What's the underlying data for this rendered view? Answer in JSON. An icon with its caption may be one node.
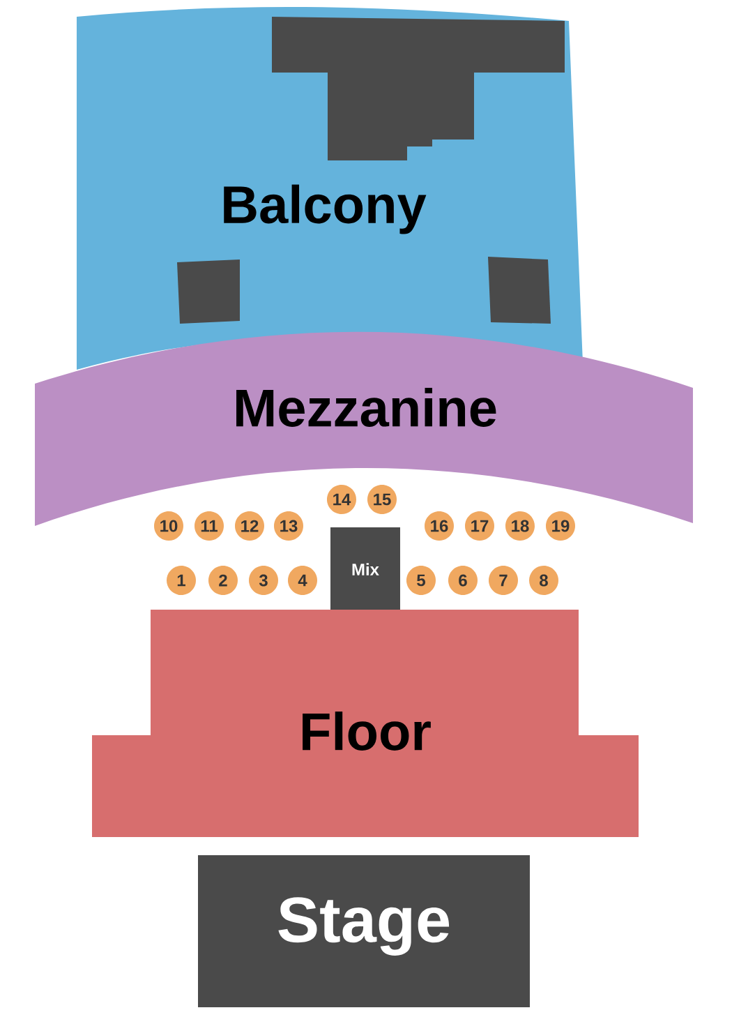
{
  "diagram": {
    "nodes": [
      {
        "text": [
          "Balcony"
        ]
      },
      {
        "text": [],
        "shape": "box",
        "in": 0
      },
      {
        "text": [],
        "shape": "box",
        "in": 0
      },
      {
        "text": [],
        "shape": "box",
        "in": 0
      },
      {
        "text": [
          "Mezzanine"
        ]
      },
      {
        "text": [
          "14"
        ]
      },
      {
        "text": [
          "15"
        ]
      },
      {
        "text": [
          "10"
        ]
      },
      {
        "text": [
          "11"
        ]
      },
      {
        "text": [
          "12"
        ]
      },
      {
        "text": [
          "13"
        ]
      },
      {
        "text": [
          "16"
        ]
      },
      {
        "text": [
          "17"
        ]
      },
      {
        "text": [
          "18"
        ]
      },
      {
        "text": [
          "19"
        ]
      },
      {
        "text": [
          "1"
        ]
      },
      {
        "text": [
          "2"
        ]
      },
      {
        "text": [
          "3"
        ]
      },
      {
        "text": [
          "4"
        ]
      },
      {
        "text": [
          "Mix"
        ]
      },
      {
        "text": [
          "5"
        ]
      },
      {
        "text": [
          "6"
        ]
      },
      {
        "text": [
          "7"
        ]
      },
      {
        "text": [
          "8"
        ]
      },
      {
        "text": [
          "Floor"
        ]
      },
      {
        "text": [
          "Stage"
        ]
      }
    ]
  }
}
